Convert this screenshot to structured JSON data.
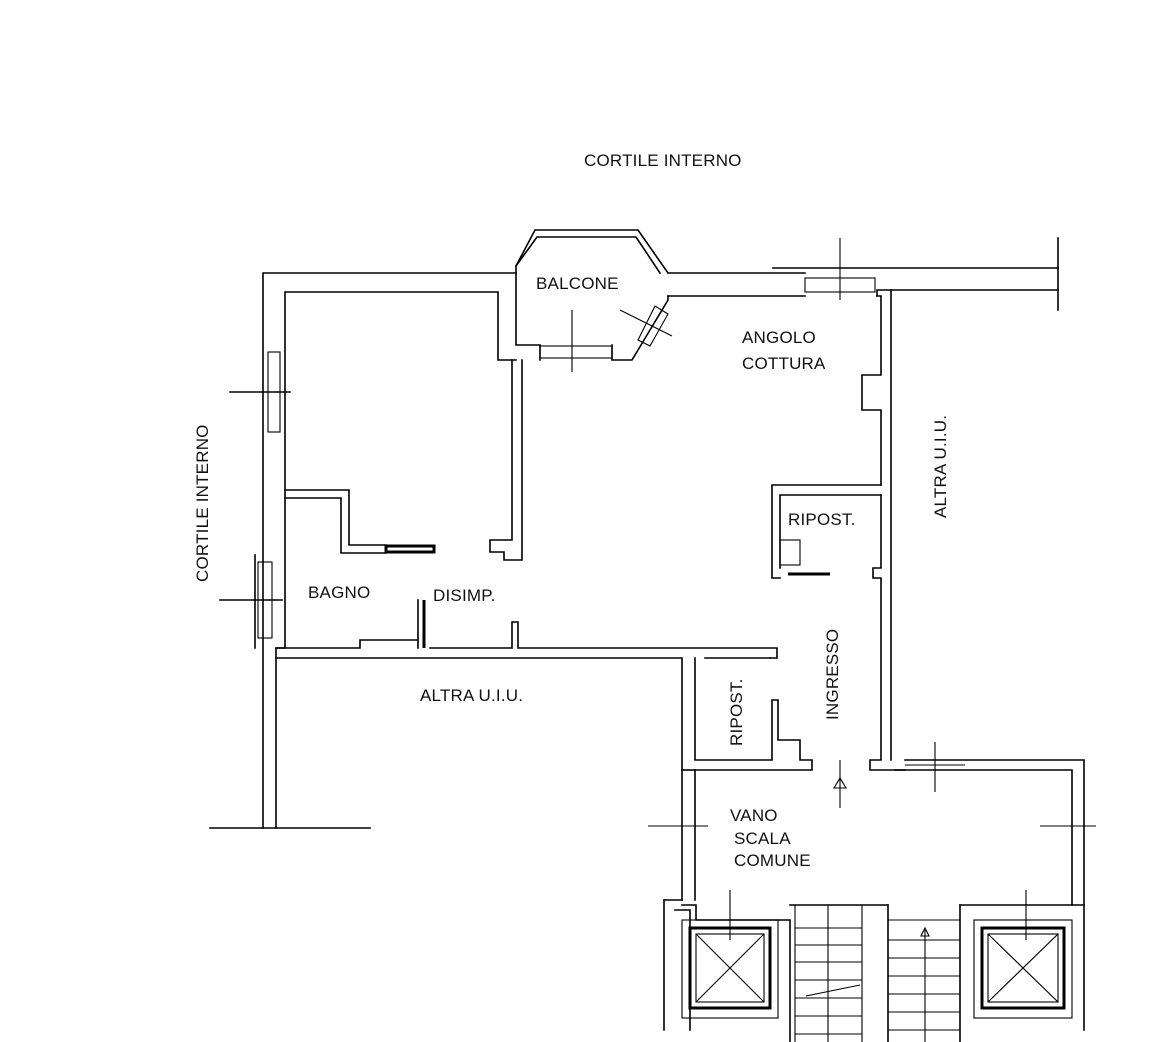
{
  "plan": {
    "labels": {
      "courtyard_top": "CORTILE INTERNO",
      "courtyard_left": "CORTILE INTERNO",
      "balcony": "BALCONE",
      "kitchenette_line1": "ANGOLO",
      "kitchenette_line2": "COTTURA",
      "other_unit_right": "ALTRA  U.I.U.",
      "storage_upper": "RIPOST.",
      "bathroom": "BAGNO",
      "hallway": "DISIMP.",
      "other_unit_bottom": "ALTRA  U.I.U.",
      "storage_lower": "RIPOST.",
      "entrance": "INGRESSO",
      "stair_line1": "VANO",
      "stair_line2": "SCALA",
      "stair_line3": "COMUNE"
    }
  }
}
